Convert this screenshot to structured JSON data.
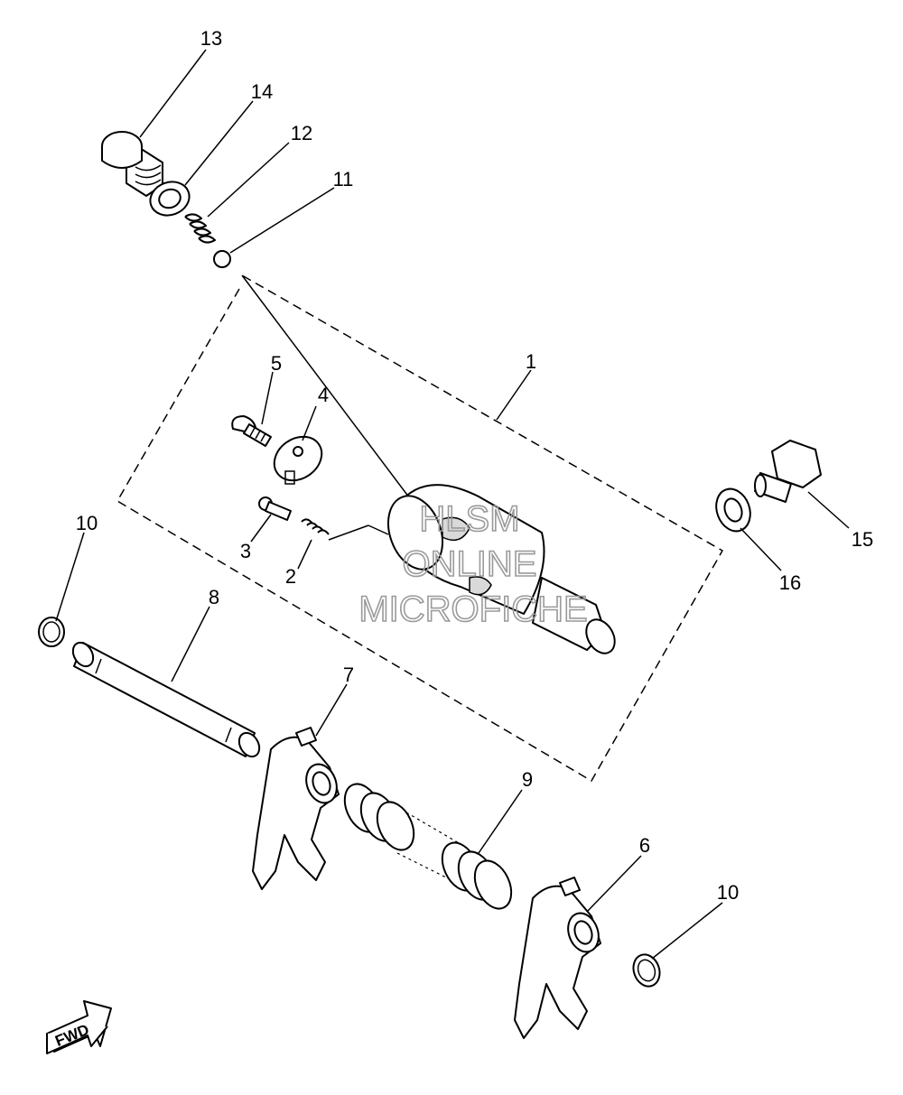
{
  "callouts": {
    "c1": "1",
    "c2": "2",
    "c3": "3",
    "c4": "4",
    "c5": "5",
    "c6": "6",
    "c7": "7",
    "c8": "8",
    "c9": "9",
    "c10a": "10",
    "c10b": "10",
    "c11": "11",
    "c12": "12",
    "c13": "13",
    "c14": "14",
    "c15": "15",
    "c16": "16"
  },
  "watermark": {
    "line1": "HLSM",
    "line2": "ONLINE",
    "line3": "MICROFICHE"
  },
  "direction_badge": {
    "label": "FWD",
    "icon": "fwd-arrow-icon"
  }
}
